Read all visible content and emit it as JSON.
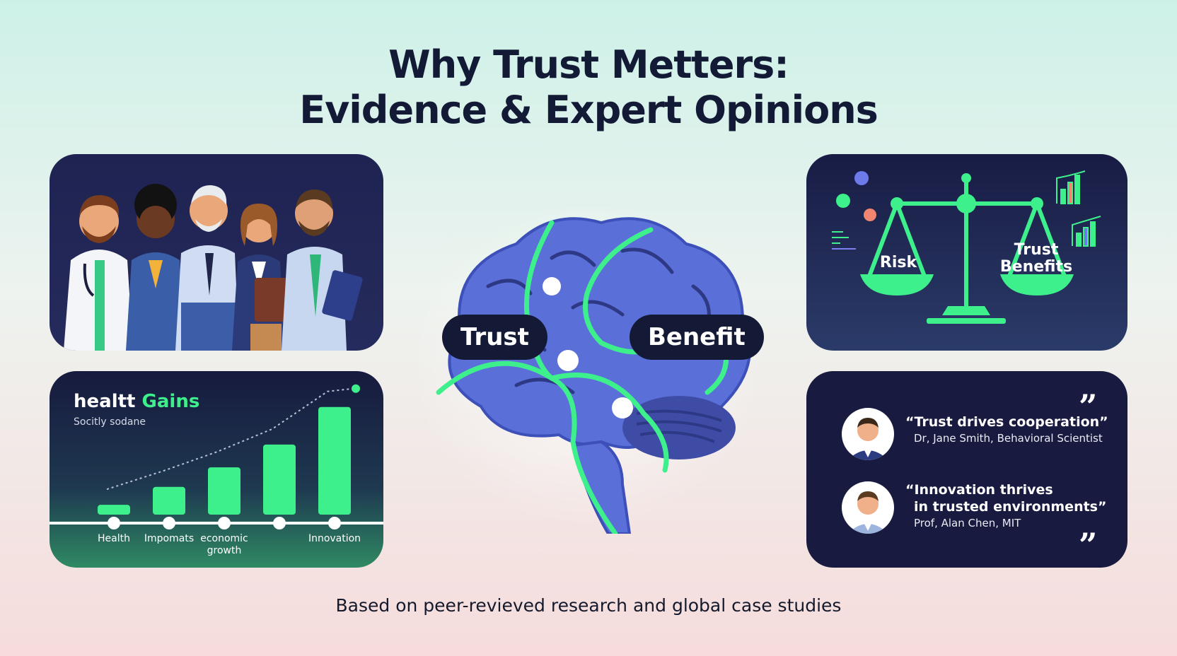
{
  "title": {
    "line1": "Why Trust Metters:",
    "line2": "Evidence & Expert Opinions"
  },
  "brain": {
    "left_tag": "Trust",
    "right_tag": "Benefit"
  },
  "scale_card": {
    "left_label": "Risk",
    "right_label_line1": "Trust",
    "right_label_line2": "Benefits"
  },
  "chart_card": {
    "title_white": "healtt",
    "title_accent": "Gains",
    "subtitle": "Socitly sodane"
  },
  "chart_data": {
    "type": "bar",
    "title": "healtt Gains",
    "categories": [
      "Health",
      "Impomats",
      "economic growth",
      "",
      "Innovation"
    ],
    "category_labels": [
      {
        "line1": "Health",
        "line2": ""
      },
      {
        "line1": "Impomats",
        "line2": ""
      },
      {
        "line1": "economic",
        "line2": "growth"
      },
      {
        "line1": "",
        "line2": ""
      },
      {
        "line1": "Innovation",
        "line2": ""
      }
    ],
    "values": [
      12,
      34,
      58,
      86,
      132
    ],
    "ylim": [
      0,
      150
    ],
    "grid": false,
    "legend": "none"
  },
  "quotes": [
    {
      "text_line1": "“Trust drives cooperation”",
      "text_line2": "",
      "author": "Dr, Jane Smith, Behavioral Scientist"
    },
    {
      "text_line1": "“Innovation thrives",
      "text_line2": "in trusted environments”",
      "author": "Prof, Alan Chen, MIT"
    }
  ],
  "quote_marks": {
    "open": "”",
    "close": "”"
  },
  "footer": "Based on peer-revieved research and global case studies",
  "colors": {
    "navy": "#121a36",
    "accent_green": "#3ef08c",
    "brain_blue": "#5b6fd8",
    "card_dark": "#1a1d42"
  },
  "icons": {
    "team": "professionals-group-illustration",
    "brain": "brain-icon",
    "scale": "balance-scale-icon",
    "avatar": "person-avatar-icon"
  }
}
